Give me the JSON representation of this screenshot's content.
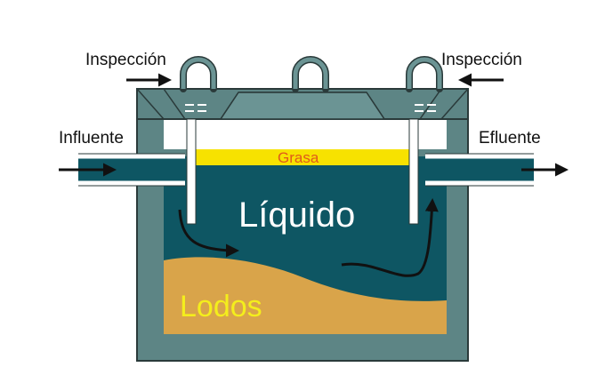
{
  "diagram": {
    "labels": {
      "inspection_left": "Inspección",
      "inspection_right": "Inspección",
      "inflow": "Influente",
      "outflow": "Efluente",
      "grease": "Grasa",
      "liquid": "Líquido",
      "sludge": "Lodos"
    },
    "colors": {
      "tank_wall": "#5d8585",
      "wall_outline": "#2a3a3a",
      "liquid": "#0e5663",
      "grease": "#f7e200",
      "grease_text": "#e05a1a",
      "sludge": "#d9a44a",
      "sludge_text": "#f4ee1c",
      "liquid_text": "#ffffff",
      "baffle": "#ffffff",
      "arrow": "#111111"
    }
  }
}
